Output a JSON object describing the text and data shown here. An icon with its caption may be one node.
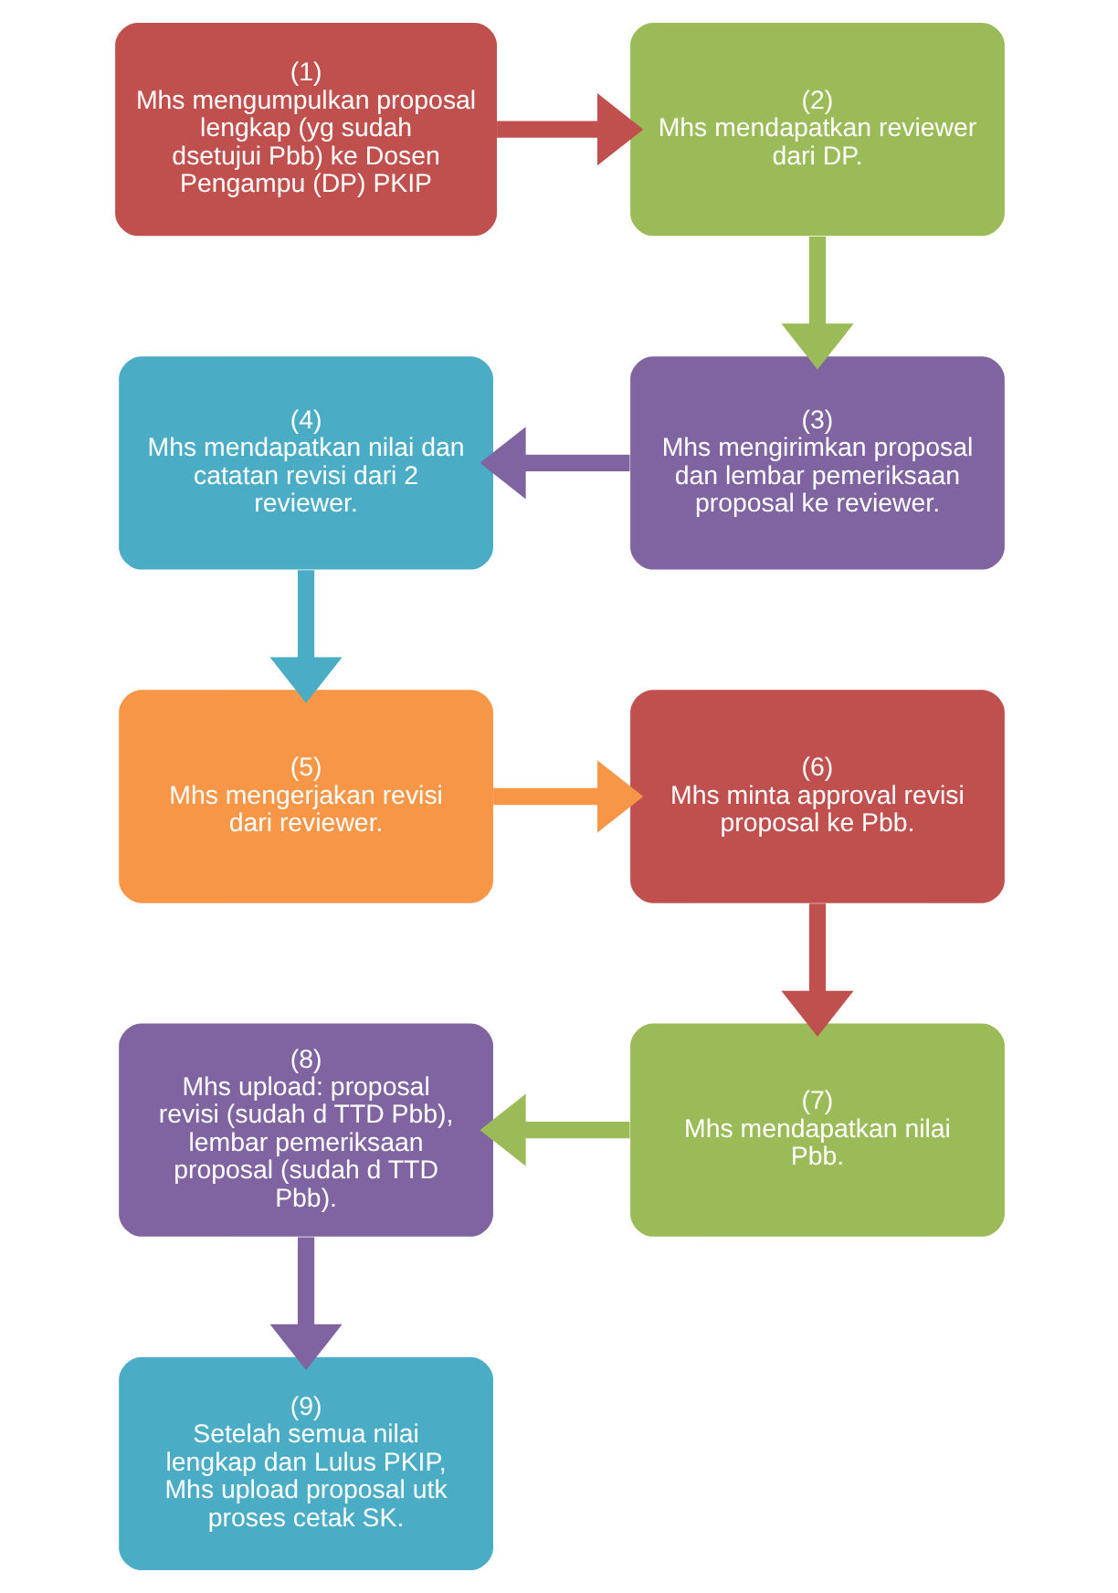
{
  "diagram": {
    "nodes": [
      {
        "text": [
          "(1)",
          "Mhs mengumpulkan proposal lengkap (yg sudah dsetujui Pbb) ke Dosen Pengampu (DP) PKIP"
        ]
      },
      {
        "text": [
          "(2)",
          "Mhs mendapatkan reviewer dari DP."
        ]
      },
      {
        "text": [
          "(3)",
          "Mhs mengirimkan proposal dan lembar pemeriksaan proposal ke reviewer."
        ]
      },
      {
        "text": [
          "(4)",
          "Mhs mendapatkan nilai dan catatan revisi dari 2 reviewer."
        ]
      },
      {
        "text": [
          "(5)",
          "Mhs mengerjakan revisi dari reviewer."
        ]
      },
      {
        "text": [
          "(6)",
          "Mhs minta approval revisi proposal ke Pbb."
        ]
      },
      {
        "text": [
          "(7)",
          "Mhs mendapatkan nilai Pbb."
        ]
      },
      {
        "text": [
          "(8)",
          "Mhs upload: proposal revisi (sudah d TTD Pbb), lembar pemeriksaan proposal (sudah d TTD Pbb)."
        ]
      },
      {
        "text": [
          "(9)",
          "Setelah semua nilai lengkap dan Lulus PKIP, Mhs upload proposal utk proses cetak SK."
        ]
      }
    ],
    "edges": [
      {
        "from": 0,
        "to": 1,
        "arrow": "to",
        "color": "#c0504d"
      },
      {
        "from": 1,
        "to": 2,
        "arrow": "to",
        "color": "#9bbb59"
      },
      {
        "from": 2,
        "to": 3,
        "arrow": "to",
        "color": "#8064a2"
      },
      {
        "from": 3,
        "to": 4,
        "arrow": "to",
        "color": "#4bacc6"
      },
      {
        "from": 4,
        "to": 5,
        "arrow": "to",
        "color": "#f79646"
      },
      {
        "from": 5,
        "to": 6,
        "arrow": "to",
        "color": "#c0504d"
      },
      {
        "from": 6,
        "to": 7,
        "arrow": "to",
        "color": "#9bbb59"
      },
      {
        "from": 7,
        "to": 8,
        "arrow": "to",
        "color": "#8064a2"
      }
    ]
  }
}
